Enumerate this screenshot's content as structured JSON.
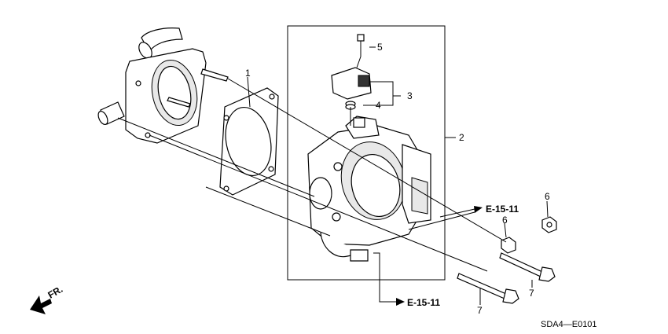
{
  "callouts": {
    "c1": "1",
    "c2": "2",
    "c3": "3",
    "c4": "4",
    "c5": "5",
    "c6a": "6",
    "c6b": "6",
    "c7a": "7",
    "c7b": "7"
  },
  "references": {
    "ref_upper": "E-15-11",
    "ref_lower": "E-15-11"
  },
  "direction_label": "FR.",
  "diagram_code": "SDA4—E0101"
}
